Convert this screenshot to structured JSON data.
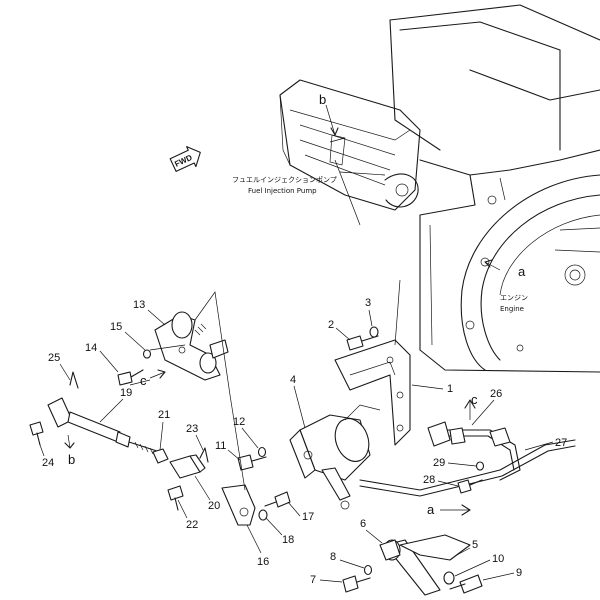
{
  "fwd_label": "FWD",
  "pump_caption_jp": "フュエルインジェクションポンプ",
  "pump_caption_en": "Fuel Injection Pump",
  "engine_caption_jp": "エンジン",
  "engine_caption_en": "Engine",
  "part_numbers": [
    "1",
    "2",
    "3",
    "4",
    "5",
    "6",
    "7",
    "8",
    "9",
    "10",
    "11",
    "12",
    "13",
    "14",
    "15",
    "16",
    "17",
    "18",
    "19",
    "20",
    "21",
    "22",
    "23",
    "24",
    "25",
    "26",
    "27",
    "28",
    "29"
  ],
  "ref_letters": {
    "a_engine": "a",
    "a_cable": "a",
    "b_pump": "b",
    "b_rod": "b",
    "c_arm": "c",
    "c_cable": "c"
  }
}
